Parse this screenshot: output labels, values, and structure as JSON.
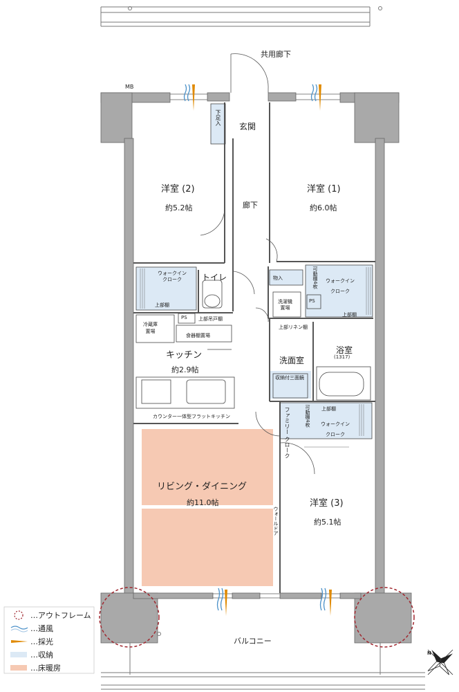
{
  "rooms": {
    "corridor": "共用廊下",
    "mb": "MB",
    "shoe": "下足入",
    "entrance": "玄関",
    "hall": "廊下",
    "western2": {
      "name": "洋室 (2)",
      "area": "約5.2帖"
    },
    "western1": {
      "name": "洋室 (1)",
      "area": "約6.0帖"
    },
    "western3": {
      "name": "洋室 (3)",
      "area": "約5.1帖"
    },
    "wic_a": "ウォークイン\nクローク",
    "wic_b": "ウォークイン\nクローク",
    "wic_c": "ウォークイン\nクローク",
    "upper_shelf_a": "上部棚",
    "upper_shelf_b": "上部棚",
    "upper_shelf_c": "上部棚",
    "toilet": "トイレ",
    "toilet_shelf": "上部吊戸棚",
    "ps_a": "PS",
    "ps_b": "PS",
    "storage": "物入",
    "movable_shelf_a": "可動棚4枚",
    "movable_shelf_b": "可動棚4枚",
    "washer": "洗濯機\n置場",
    "linen": "上部リネン棚",
    "bath": {
      "name": "浴室",
      "size": "(1317)"
    },
    "washroom": "洗面室",
    "wash_storage": "収納付三面鏡",
    "fridge": "冷蔵庫\n置場",
    "cupboard": "食器棚置場",
    "kitchen": {
      "name": "キッチン",
      "area": "約2.9帖"
    },
    "kitchen_note": "カウンター一体型フラットキッチン",
    "family_cloak": "ファミリー\nクローク",
    "living": {
      "name": "リビング・ダイニング",
      "area": "約11.0帖"
    },
    "wall_door": "ウォールドア",
    "balcony": "バルコニー"
  },
  "legend": [
    {
      "icon": "dashed-circle-icon",
      "text": "…アウトフレーム",
      "color": "#a0262e"
    },
    {
      "icon": "wind-icon",
      "text": "…通風",
      "color": "#4a90c8"
    },
    {
      "icon": "light-icon",
      "text": "…採光",
      "color": "#e08a00"
    },
    {
      "icon": "storage-swatch-icon",
      "text": "…収納",
      "color": "#dce9f5"
    },
    {
      "icon": "floor-heating-swatch-icon",
      "text": "…床暖房",
      "color": "#f6c9b3"
    }
  ],
  "compass": {
    "north": "N"
  }
}
